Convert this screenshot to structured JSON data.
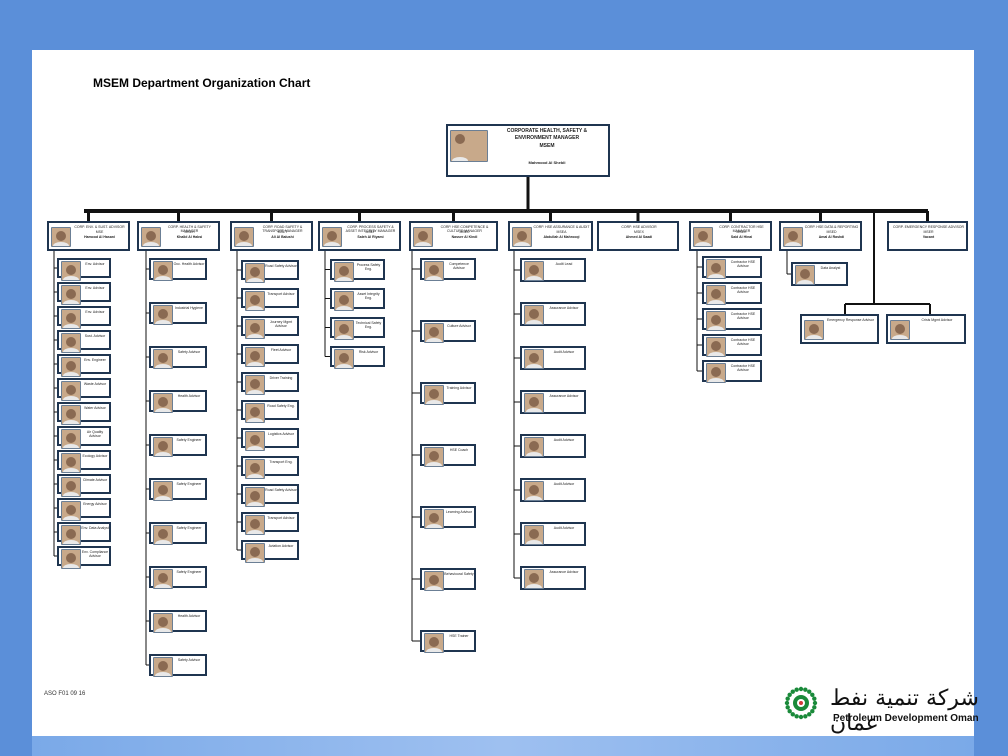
{
  "title": "MSEM Department Organization Chart",
  "footer_id": "ASO F01 09 16",
  "logo": {
    "arabic": "شركة تنمية نفط عمان",
    "english": "Petroleum Development Oman",
    "brand_color": "#1a8a3a"
  },
  "top": {
    "title": "CORPORATE HEALTH, SAFETY & ENVIRONMENT MANAGER",
    "code": "MSEM",
    "name": "Mahmood Al Shebli"
  },
  "heads": [
    {
      "title": "CORP. ENV. & SUST. ADVISOR",
      "code": "MSE",
      "name": "Hamood Al Hasani"
    },
    {
      "title": "CORP. HEALTH & SAFETY MANAGER",
      "code": "MSEH",
      "name": "Khalid Al Habsi"
    },
    {
      "title": "CORP. ROAD SAFETY & TRANSPORT MANAGER",
      "code": "MSET",
      "name": "Ali Al Balushi"
    },
    {
      "title": "CORP. PROCESS SAFETY & ASSET INTEGRITY MANAGER",
      "code": "MSEP",
      "name": "Saleh Al Riyami"
    },
    {
      "title": "CORP. HSE COMPETENCE & CULTURE MANAGER",
      "code": "MSEC",
      "name": "Nasser Al Kindi"
    },
    {
      "title": "CORP. HSE ASSURANCE & AUDIT",
      "code": "MSEA",
      "name": "Abdullah Al Mahrooqi"
    },
    {
      "title": "CORP. HSE ADVISOR",
      "code": "MSEX",
      "name": "Ahmed Al Saadi"
    },
    {
      "title": "CORP. CONTRACTOR HSE MANAGER",
      "code": "MSEK",
      "name": "Said Al Hinai"
    },
    {
      "title": "CORP. HSE DATA & REPORTING",
      "code": "MSED",
      "name": "Amal Al Rashdi"
    },
    {
      "title": "CORP. EMERGENCY RESPONSE ADVISOR",
      "code": "MSER",
      "name": "Vacant"
    }
  ],
  "subs": {
    "col0": [
      "Env. Advisor",
      "Env. Advisor",
      "Env. Advisor",
      "Sust. Advisor",
      "Env. Engineer",
      "Waste Advisor",
      "Water Advisor",
      "Air Quality Advisor",
      "Ecology Advisor",
      "Climate Advisor",
      "Energy Advisor",
      "Env. Data Analyst",
      "Env. Compliance Advisor"
    ],
    "col1": [
      "Occ. Health Advisor",
      "Industrial Hygiene",
      "Safety Advisor",
      "Health Advisor",
      "Safety Engineer",
      "Safety Engineer",
      "Safety Engineer",
      "Safety Engineer",
      "Health Advisor",
      "Safety Advisor"
    ],
    "col2": [
      "Road Safety Advisor",
      "Transport Advisor",
      "Journey Mgmt Advisor",
      "Fleet Advisor",
      "Driver Training",
      "Road Safety Eng.",
      "Logistics Advisor",
      "Transport Eng.",
      "Road Safety Advisor",
      "Transport Advisor",
      "Aviation Advisor"
    ],
    "col3": [
      "Process Safety Eng.",
      "Asset Integrity Eng.",
      "Technical Safety Eng.",
      "Risk Advisor"
    ],
    "col4": [
      "Competence Advisor",
      "Culture Advisor",
      "Training Advisor",
      "HSE Coach",
      "Learning Advisor",
      "Behavioural Safety",
      "HSE Trainer"
    ],
    "col5": [
      "Audit Lead",
      "Assurance Advisor",
      "Audit Advisor",
      "Assurance Advisor",
      "Audit Advisor",
      "Audit Advisor",
      "Audit Advisor",
      "Assurance Advisor"
    ],
    "col7": [
      "Contractor HSE Advisor",
      "Contractor HSE Advisor",
      "Contractor HSE Advisor",
      "Contractor HSE Advisor",
      "Contractor HSE Advisor"
    ],
    "col8": [
      "Data Analyst"
    ],
    "extra": [
      "Emergency Response Advisor",
      "Crisis Mgmt Advisor"
    ]
  }
}
